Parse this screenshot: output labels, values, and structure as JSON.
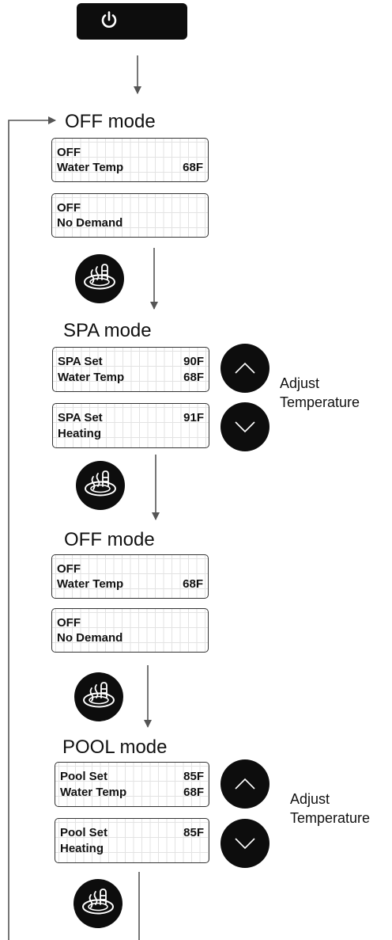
{
  "steps": [
    {
      "title": "OFF mode",
      "displays": [
        {
          "line1_left": "OFF",
          "line1_right": "",
          "line2_left": "Water Temp",
          "line2_right": "68F"
        },
        {
          "line1_left": "OFF",
          "line1_right": "",
          "line2_left": "No  Demand",
          "line2_right": ""
        }
      ]
    },
    {
      "title": "SPA mode",
      "displays": [
        {
          "line1_left": "SPA  Set",
          "line1_right": "90F",
          "line2_left": "Water  Temp",
          "line2_right": "68F"
        },
        {
          "line1_left": "SPA  Set",
          "line1_right": "91F",
          "line2_left": "Heating",
          "line2_right": ""
        }
      ],
      "adjust": {
        "line1": "Adjust",
        "line2": "Temperature"
      }
    },
    {
      "title": "OFF mode",
      "displays": [
        {
          "line1_left": "OFF",
          "line1_right": "",
          "line2_left": "Water Temp",
          "line2_right": "68F"
        },
        {
          "line1_left": "OFF",
          "line1_right": "",
          "line2_left": "No  Demand",
          "line2_right": ""
        }
      ]
    },
    {
      "title": "POOL mode",
      "displays": [
        {
          "line1_left": "Pool  Set",
          "line1_right": "85F",
          "line2_left": "Water  Temp",
          "line2_right": "68F"
        },
        {
          "line1_left": "Pool  Set",
          "line1_right": "85F",
          "line2_left": "Heating",
          "line2_right": ""
        }
      ],
      "adjust": {
        "line1": "Adjust",
        "line2": "Temperature"
      }
    }
  ],
  "icons": {
    "power": "power-icon",
    "mode": "spa-pool-mode-icon",
    "up": "chevron-up-icon",
    "down": "chevron-down-icon"
  },
  "colors": {
    "button": "#0d0d0d",
    "arrow": "#555555",
    "lcd_border": "#333333"
  }
}
